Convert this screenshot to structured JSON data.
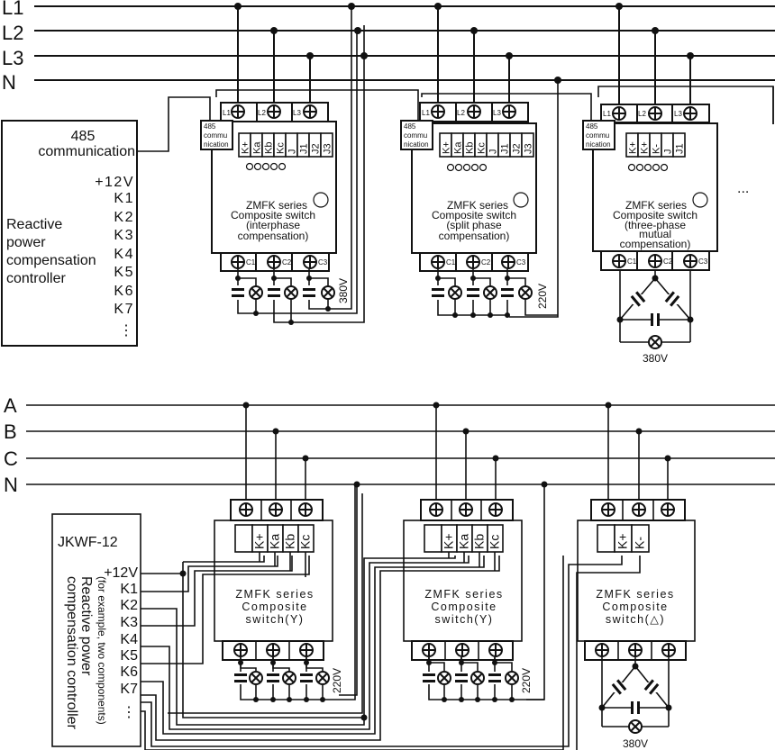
{
  "top_section": {
    "buses": [
      "L1",
      "L2",
      "L3",
      "N"
    ],
    "controller": {
      "comm_label_1": "485",
      "comm_label_2": "communication",
      "power": "+12V",
      "outputs": [
        "K1",
        "K2",
        "K3",
        "K4",
        "K5",
        "K6",
        "K7"
      ],
      "ellipsis": "⋮",
      "name_lines": [
        "Reactive",
        "power",
        "compensation",
        "controller"
      ]
    },
    "switches": [
      {
        "comm_lines": [
          "485",
          "commu",
          "nication"
        ],
        "line_terminals": [
          "L1",
          "L2",
          "L3"
        ],
        "control_terminals": [
          "K+",
          "Ka",
          "Kb",
          "Kc",
          "J",
          "J1",
          "J2",
          "J3"
        ],
        "title_lines": [
          "ZMFK series",
          "Composite switch",
          "(interphase",
          "compensation)"
        ],
        "cap_terminals": [
          "C1",
          "C2",
          "C3"
        ],
        "voltage": "380V"
      },
      {
        "comm_lines": [
          "485",
          "commu",
          "nication"
        ],
        "line_terminals": [
          "L1",
          "L2",
          "L3"
        ],
        "control_terminals": [
          "K+",
          "Ka",
          "Kb",
          "Kc",
          "J",
          "J1",
          "J2",
          "J3"
        ],
        "title_lines": [
          "ZMFK series",
          "Composite switch",
          "(split phase",
          "compensation)"
        ],
        "cap_terminals": [
          "C1",
          "C2",
          "C3"
        ],
        "voltage": "220V"
      },
      {
        "comm_lines": [
          "485",
          "commu",
          "nication"
        ],
        "line_terminals": [
          "L1",
          "L2",
          "L3"
        ],
        "control_terminals": [
          "K+",
          "K+",
          "K-",
          "J",
          "J1"
        ],
        "title_lines": [
          "ZMFK series",
          "Composite switch",
          "(three-phase",
          "mutual",
          "compensation)"
        ],
        "cap_terminals": [
          "C1",
          "C2",
          "C3"
        ],
        "voltage": "380V"
      }
    ],
    "more": "..."
  },
  "bottom_section": {
    "buses": [
      "A",
      "B",
      "C",
      "N"
    ],
    "controller": {
      "model": "JKWF-12",
      "power": "+12V",
      "outputs": [
        "K1",
        "K2",
        "K3",
        "K4",
        "K5",
        "K6",
        "K7"
      ],
      "ellipsis": "⋮",
      "name_lines": [
        "(for example, two components)",
        "Reactive power",
        "compensation controller"
      ]
    },
    "switches": [
      {
        "control_terminals": [
          "K+",
          "Ka",
          "Kb",
          "Kc"
        ],
        "title_lines": [
          "ZMFK series",
          "Composite",
          "switch(Y)"
        ],
        "voltage": "220V"
      },
      {
        "control_terminals": [
          "K+",
          "Ka",
          "Kb",
          "Kc"
        ],
        "title_lines": [
          "ZMFK series",
          "Composite",
          "switch(Y)"
        ],
        "voltage": "220V"
      },
      {
        "control_terminals": [
          "K+",
          "K-"
        ],
        "title_lines": [
          "ZMFK series",
          "Composite",
          "switch(△)"
        ],
        "voltage": "380V"
      }
    ]
  }
}
